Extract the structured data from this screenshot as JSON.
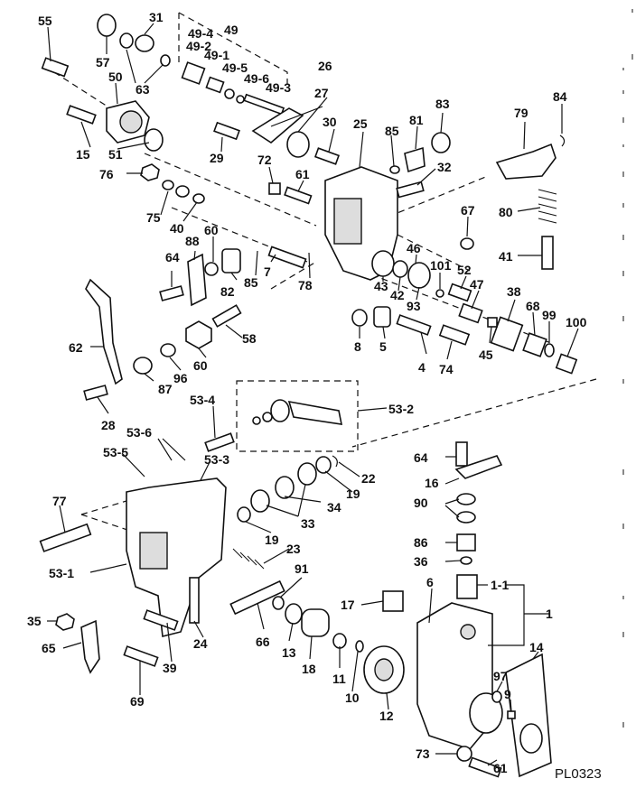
{
  "diagram_code": "PL0323",
  "labels": [
    "55",
    "31",
    "49",
    "57",
    "49-4",
    "49-2",
    "49-1",
    "49-5",
    "49-6",
    "49-3",
    "26",
    "63",
    "50",
    "27",
    "83",
    "84",
    "81",
    "79",
    "15",
    "30",
    "25",
    "85",
    "51",
    "32",
    "29",
    "72",
    "61",
    "76",
    "80",
    "75",
    "67",
    "40",
    "88",
    "60",
    "46",
    "41",
    "64",
    "101",
    "52",
    "47",
    "85",
    "82",
    "7",
    "78",
    "43",
    "42",
    "93",
    "38",
    "68",
    "99",
    "100",
    "58",
    "62",
    "8",
    "5",
    "60",
    "96",
    "45",
    "4",
    "74",
    "87",
    "28",
    "53-4",
    "53-2",
    "53-6",
    "64",
    "53-5",
    "53-3",
    "22",
    "16",
    "19",
    "34",
    "90",
    "77",
    "33",
    "19",
    "86",
    "53-1",
    "23",
    "36",
    "91",
    "1-1",
    "6",
    "17",
    "1",
    "35",
    "66",
    "13",
    "18",
    "11",
    "14",
    "65",
    "97",
    "9",
    "24",
    "39",
    "10",
    "12",
    "69",
    "73",
    "61"
  ]
}
